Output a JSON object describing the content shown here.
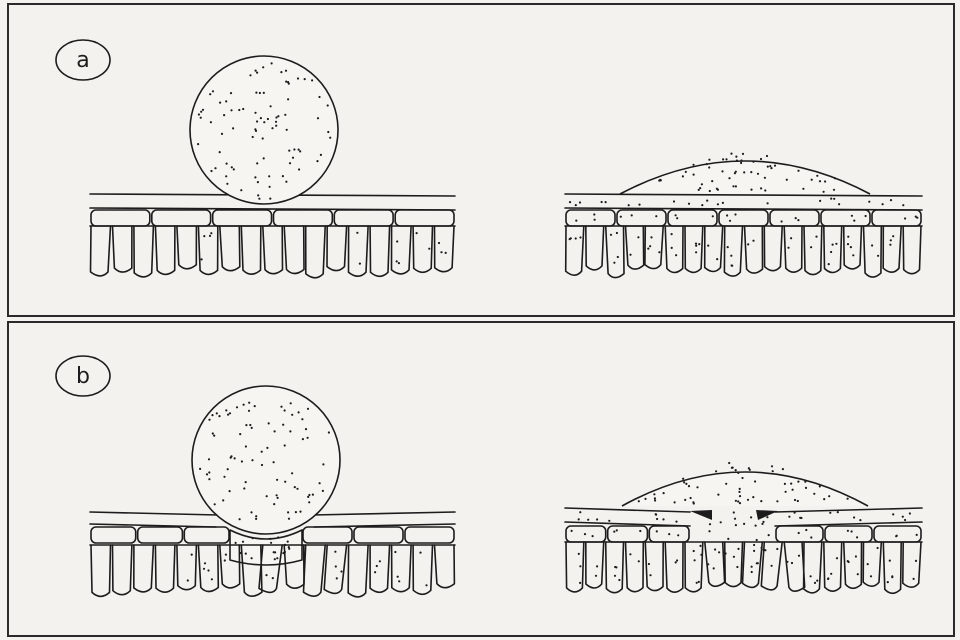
{
  "panels": [
    {
      "id": "a",
      "label": "a"
    },
    {
      "id": "b",
      "label": "b"
    }
  ],
  "colors": {
    "background": "#f3f2ee",
    "ink": "#1c1c1c",
    "frame": "#2a2a2a"
  }
}
